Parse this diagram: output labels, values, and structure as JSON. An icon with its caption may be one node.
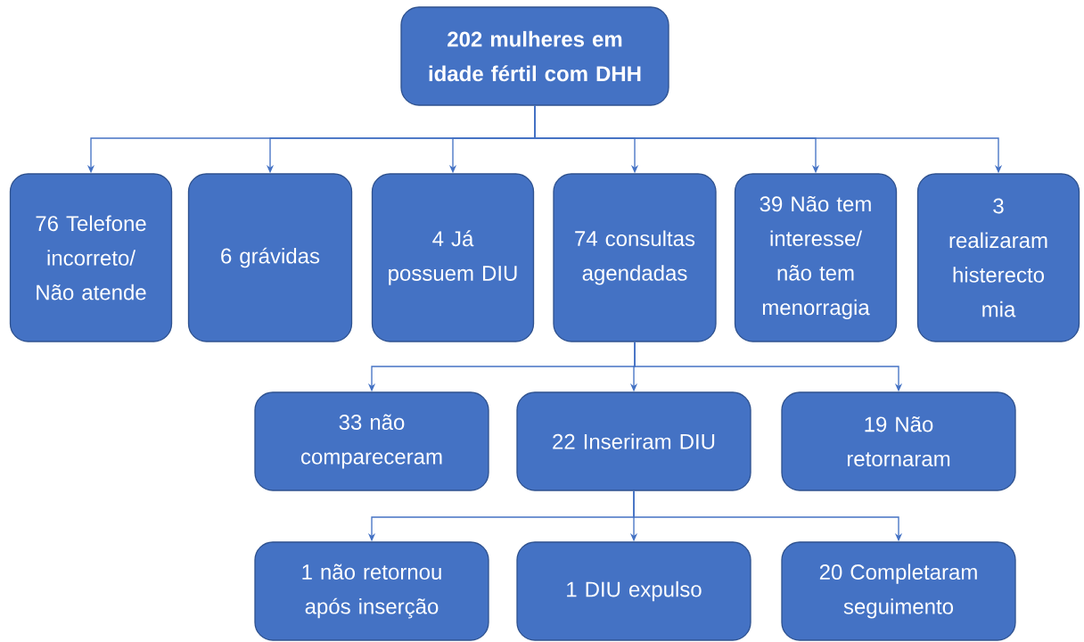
{
  "diagram": {
    "nodes": [
      {
        "text": [
          "202 mulheres em idade fértil com DHH"
        ]
      },
      {
        "text": [
          "76 Telefone incorreto/ Não atende"
        ]
      },
      {
        "text": [
          "6 grávidas"
        ]
      },
      {
        "text": [
          "4 Já possuem DIU"
        ]
      },
      {
        "text": [
          "74 consultas agendadas"
        ]
      },
      {
        "text": [
          "39 Não tem interesse/ não tem menorragia"
        ]
      },
      {
        "text": [
          "3 realizaram histerecto mia"
        ]
      },
      {
        "text": [
          "33 não compareceram"
        ]
      },
      {
        "text": [
          "22 Inseriram DIU"
        ]
      },
      {
        "text": [
          "19 Não retornaram"
        ]
      },
      {
        "text": [
          "1 não retornou após inserção"
        ]
      },
      {
        "text": [
          "1 DIU expulso"
        ]
      },
      {
        "text": [
          "20 Completaram seguimento"
        ]
      }
    ],
    "edges": [
      {
        "from": 0,
        "to": 1,
        "arrow": "to"
      },
      {
        "from": 0,
        "to": 2,
        "arrow": "to"
      },
      {
        "from": 0,
        "to": 3,
        "arrow": "to"
      },
      {
        "from": 0,
        "to": 4,
        "arrow": "to"
      },
      {
        "from": 0,
        "to": 5,
        "arrow": "to"
      },
      {
        "from": 0,
        "to": 6,
        "arrow": "to"
      },
      {
        "from": 4,
        "to": 7,
        "arrow": "to"
      },
      {
        "from": 4,
        "to": 8,
        "arrow": "to"
      },
      {
        "from": 4,
        "to": 9,
        "arrow": "to"
      },
      {
        "from": 8,
        "to": 10,
        "arrow": "to"
      },
      {
        "from": 8,
        "to": 11,
        "arrow": "to"
      },
      {
        "from": 8,
        "to": 12,
        "arrow": "to"
      }
    ]
  }
}
